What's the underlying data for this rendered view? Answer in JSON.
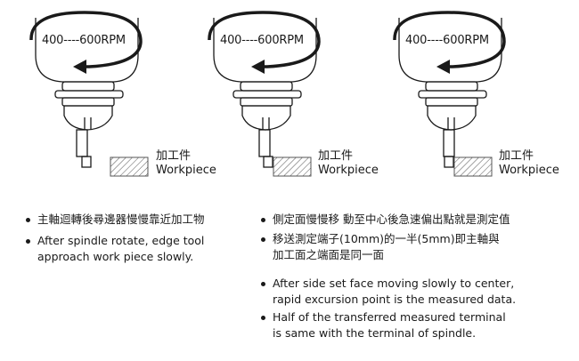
{
  "stations": [
    {
      "rpm": "400----600RPM",
      "workpiece_zh": "加工件",
      "workpiece_en": "Workpiece"
    },
    {
      "rpm": "400----600RPM",
      "workpiece_zh": "加工件",
      "workpiece_en": "Workpiece"
    },
    {
      "rpm": "400----600RPM",
      "workpiece_zh": "加工件",
      "workpiece_en": "Workpiece"
    }
  ],
  "left_notes": [
    {
      "text": "主軸迴轉後尋邊器慢慢靠近加工物"
    },
    {
      "line1": "After spindle rotate, edge tool",
      "line2": "approach work piece slowly."
    }
  ],
  "right_notes": [
    {
      "text": "側定面慢慢移  動至中心後急速偏出點就是測定值"
    },
    {
      "line1": "移送測定端子(10mm)的一半(5mm)即主軸與",
      "line2": "加工面之端面是同一面"
    },
    {
      "line1": "After side set face moving  slowly to center,",
      "line2": "rapid excursion point is the measured data."
    },
    {
      "line1": "Half of the transferred measured terminal",
      "line2": "is same with the terminal of spindle."
    }
  ],
  "colors": {
    "ink": "#1a1a1a",
    "hatch": "#555555"
  },
  "icons": [
    "rotation-arrow-icon",
    "spindle-icon",
    "edge-finder-probe-icon",
    "workpiece-hatch-icon"
  ]
}
